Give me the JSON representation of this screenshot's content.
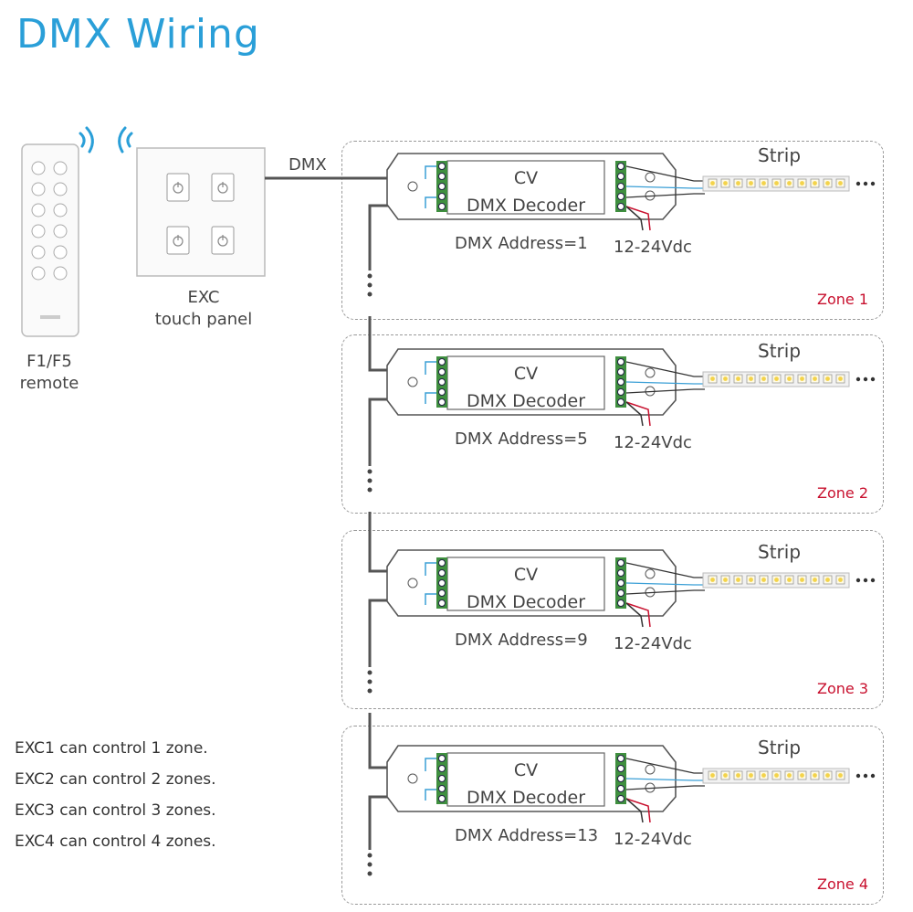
{
  "title": "DMX Wiring",
  "remote": {
    "label_line1": "F1/F5",
    "label_line2": "remote"
  },
  "panel": {
    "label_line1": "EXC",
    "label_line2": "touch panel"
  },
  "bus_label": "DMX",
  "zones": [
    {
      "zone_label": "Zone 1",
      "decoder_type": "CV",
      "decoder_name": "DMX Decoder",
      "address": "DMX Address=1",
      "power": "12-24Vdc",
      "strip": "Strip"
    },
    {
      "zone_label": "Zone 2",
      "decoder_type": "CV",
      "decoder_name": "DMX Decoder",
      "address": "DMX Address=5",
      "power": "12-24Vdc",
      "strip": "Strip"
    },
    {
      "zone_label": "Zone 3",
      "decoder_type": "CV",
      "decoder_name": "DMX Decoder",
      "address": "DMX Address=9",
      "power": "12-24Vdc",
      "strip": "Strip"
    },
    {
      "zone_label": "Zone 4",
      "decoder_type": "CV",
      "decoder_name": "DMX Decoder",
      "address": "DMX Address=13",
      "power": "12-24Vdc",
      "strip": "Strip"
    }
  ],
  "notes": [
    "EXC1 can control 1 zone.",
    "EXC2 can control 2 zones.",
    "EXC3 can control 3 zones.",
    "EXC4 can control 4 zones."
  ],
  "colors": {
    "title": "#2a9fd8",
    "zone_label": "#c8102e",
    "signal_wire": "#3a9fd6",
    "power_wire": "#c8102e",
    "terminal": "#3f8f3f"
  }
}
